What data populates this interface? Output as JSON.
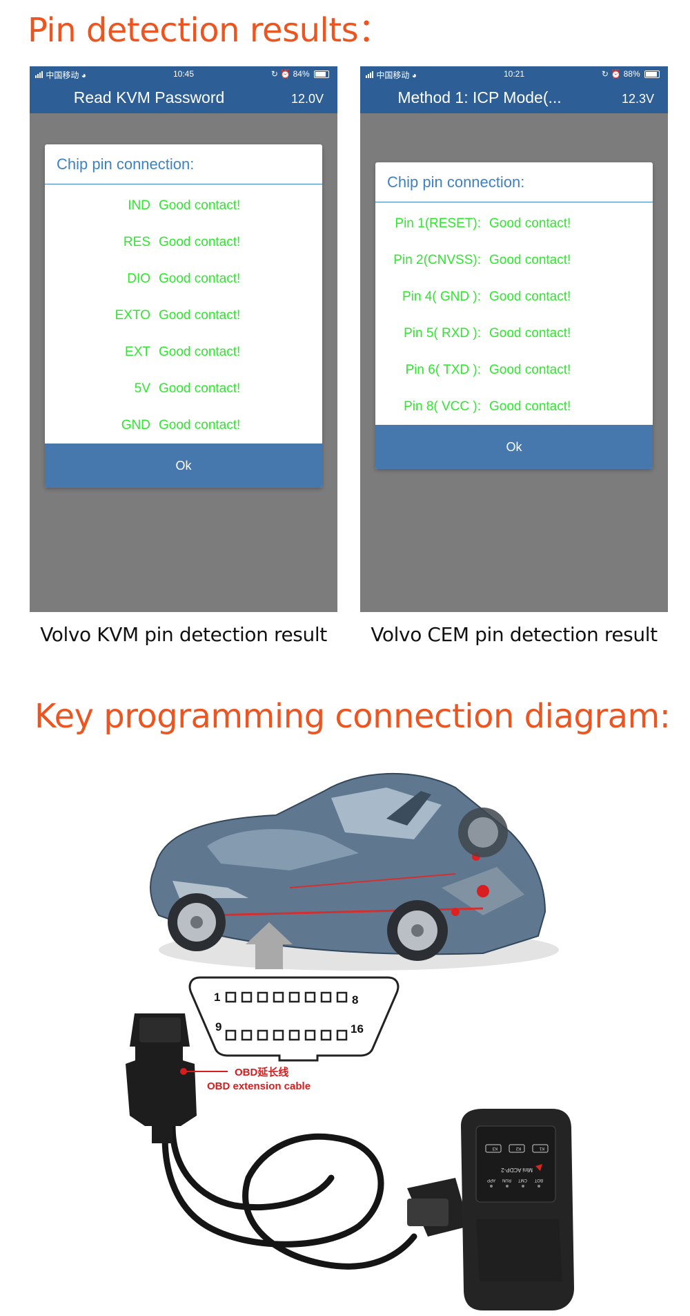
{
  "headings": {
    "pin_results": "Pin detection results：",
    "diagram": "Key programming connection diagram:"
  },
  "phones": [
    {
      "status": {
        "carrier": "中国移动",
        "time": "10:45",
        "battery": "84%",
        "battery_fraction": 0.84
      },
      "title": "Read KVM Password",
      "voltage": "12.0V",
      "dialog_title": "Chip pin connection:",
      "pins": [
        {
          "pin": "IND",
          "status": "Good contact!"
        },
        {
          "pin": "RES",
          "status": "Good contact!"
        },
        {
          "pin": "DIO",
          "status": "Good contact!"
        },
        {
          "pin": "EXTO",
          "status": "Good contact!"
        },
        {
          "pin": "EXT",
          "status": "Good contact!"
        },
        {
          "pin": "5V",
          "status": "Good contact!"
        },
        {
          "pin": "GND",
          "status": "Good contact!"
        }
      ],
      "ok_label": "Ok",
      "caption": "Volvo KVM pin detection result"
    },
    {
      "status": {
        "carrier": "中国移动",
        "time": "10:21",
        "battery": "88%",
        "battery_fraction": 0.88
      },
      "title": "Method 1: ICP Mode(...",
      "voltage": "12.3V",
      "dialog_title": "Chip pin connection:",
      "pins": [
        {
          "pin": "Pin 1(RESET):",
          "status": "Good contact!"
        },
        {
          "pin": "Pin 2(CNVSS):",
          "status": "Good contact!"
        },
        {
          "pin": "Pin 4( GND ):",
          "status": "Good contact!"
        },
        {
          "pin": "Pin 5( RXD ):",
          "status": "Good contact!"
        },
        {
          "pin": "Pin 6( TXD ):",
          "status": "Good contact!"
        },
        {
          "pin": "Pin 8( VCC ):",
          "status": "Good contact!"
        }
      ],
      "ok_label": "Ok",
      "caption": "Volvo CEM pin detection result"
    }
  ],
  "diagram": {
    "obd_pins": {
      "top_left": "1",
      "top_right": "8",
      "bottom_left": "9",
      "bottom_right": "16"
    },
    "cable_label_cn": "OBD延长线",
    "cable_label_en": "OBD extension cable",
    "device": {
      "buttons": [
        "K3",
        "K2",
        "K1"
      ],
      "model": "Mini ACDP-2",
      "leds": [
        "APP",
        "RUN",
        "CMT",
        "BOT"
      ]
    },
    "colors": {
      "heading": "#ec5420",
      "label": "#d61c1c",
      "status_green": "#2ee82e",
      "header_blue": "#2d5f96",
      "ok_blue": "#4678ad"
    }
  }
}
